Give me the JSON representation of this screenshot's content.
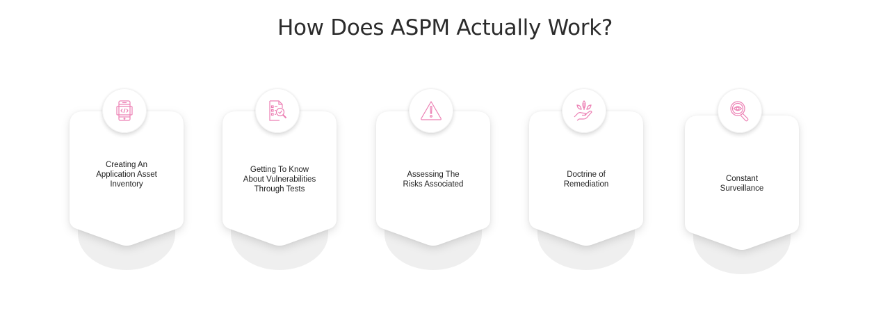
{
  "title": "How Does ASPM Actually Work?",
  "colors": {
    "icon_accent": "#ec7fb3",
    "card_bg": "#ffffff",
    "base_bg": "#efefef",
    "text": "#1f1f1f",
    "title": "#2b2b2b"
  },
  "steps": [
    {
      "icon": "mobile-code-icon",
      "lines": [
        "Creating An",
        "Application Asset",
        "Inventory"
      ]
    },
    {
      "icon": "checklist-magnifier-icon",
      "lines": [
        "Getting To Know",
        "About Vulnerabilities",
        "Through Tests"
      ]
    },
    {
      "icon": "warning-triangle-icon",
      "lines": [
        "Assessing The",
        "Risks Associated"
      ]
    },
    {
      "icon": "hand-leaves-icon",
      "lines": [
        "Doctrine of",
        "Remediation"
      ]
    },
    {
      "icon": "magnifier-eye-icon",
      "lines": [
        "Constant",
        "Surveillance"
      ]
    }
  ]
}
